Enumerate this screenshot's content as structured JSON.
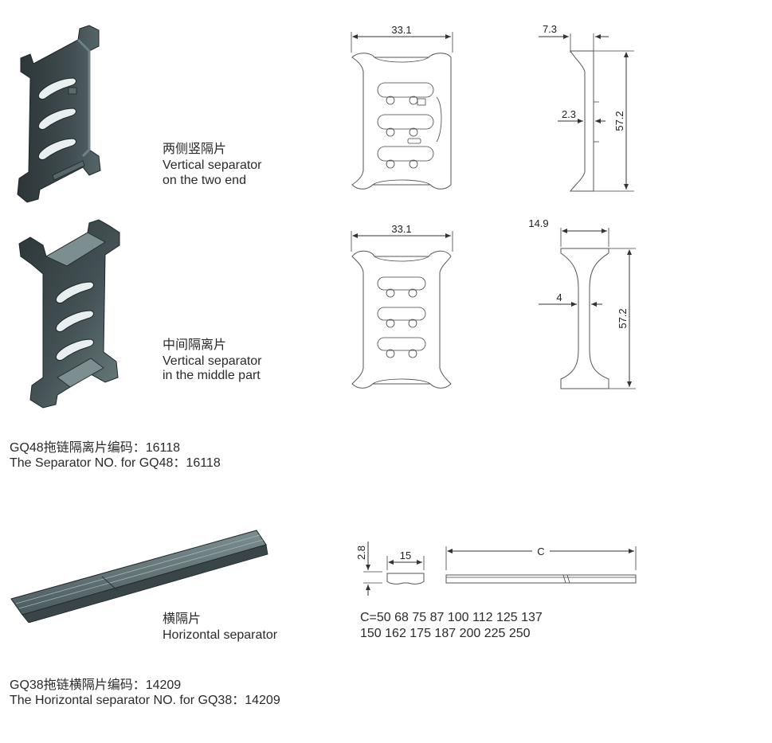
{
  "section1": {
    "label_cn": "两侧竖隔片",
    "label_en1": "Vertical separator",
    "label_en2": "on the two end",
    "dim_width": "33.1",
    "dim_side_top": "7.3",
    "dim_side_mid": "2.3",
    "dim_height": "57.2"
  },
  "section2": {
    "label_cn": "中间隔离片",
    "label_en1": "Vertical separator",
    "label_en2": "in the middle part",
    "dim_width": "33.1",
    "dim_side_top": "14.9",
    "dim_side_mid": "4",
    "dim_height": "57.2"
  },
  "code1": {
    "line_cn": "GQ48拖链隔离片编码：16118",
    "line_en": "The Separator NO. for GQ48：16118"
  },
  "section3": {
    "label_cn": "横隔片",
    "label_en": "Horizontal separator",
    "dim_thickness": "2.8",
    "dim_width": "15",
    "dim_length": "C",
    "c_line1": "C=50 68 75 87 100 112 125 137",
    "c_line2": "150 162 175 187 200 225 250"
  },
  "code2": {
    "line_cn": "GQ38拖链横隔片编码：14209",
    "line_en": "The Horizontal separator NO. for GQ38：14209"
  },
  "colors": {
    "part_dark": "#3a4548",
    "part_mid": "#56686b",
    "part_light": "#7f9093"
  }
}
